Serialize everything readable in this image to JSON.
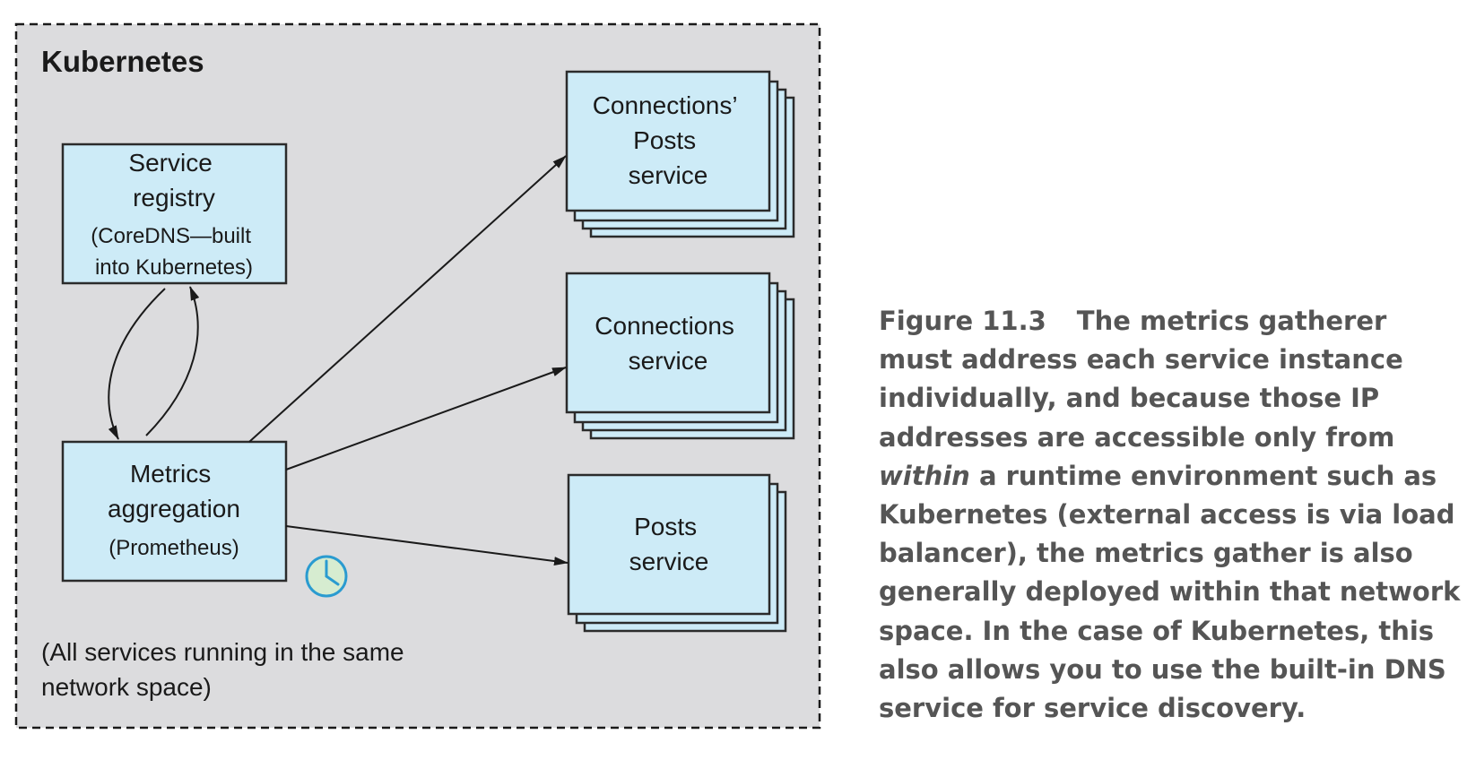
{
  "region": {
    "title": "Kubernetes",
    "note_lines": [
      "(All services running in the same",
      "network space)"
    ]
  },
  "nodes": {
    "service_registry": {
      "lines": [
        "Service",
        "registry"
      ],
      "sub_lines": [
        "(CoreDNS—built",
        "into Kubernetes)"
      ]
    },
    "metrics_aggregation": {
      "lines": [
        "Metrics",
        "aggregation"
      ],
      "sub_lines": [
        "(Prometheus)"
      ]
    },
    "connections_posts_service": {
      "lines": [
        "Connections’",
        "Posts",
        "service"
      ]
    },
    "connections_service": {
      "lines": [
        "Connections",
        "service"
      ]
    },
    "posts_service": {
      "lines": [
        "Posts",
        "service"
      ]
    }
  },
  "icons": {
    "timer": "clock-icon"
  },
  "colors": {
    "region_fill": "#dcdcde",
    "box_fill": "#cdebf7",
    "box_stroke": "#2b2b2b",
    "clock_fill": "#d6ecd0",
    "clock_stroke": "#2a9bd0",
    "caption_text": "#555555"
  },
  "caption": {
    "label": "Figure 11.3",
    "lines": [
      "The metrics gatherer",
      "must address each service instance",
      "individually, and because those IP",
      "addresses are accessible only from",
      "a runtime environment such as",
      "Kubernetes (external access is via load",
      "balancer), the metrics gather is also",
      "generally deployed within that network",
      "space. In the case of Kubernetes, this",
      "also allows you to use the built-in DNS",
      "service for service discovery."
    ],
    "emphasis": "within"
  }
}
